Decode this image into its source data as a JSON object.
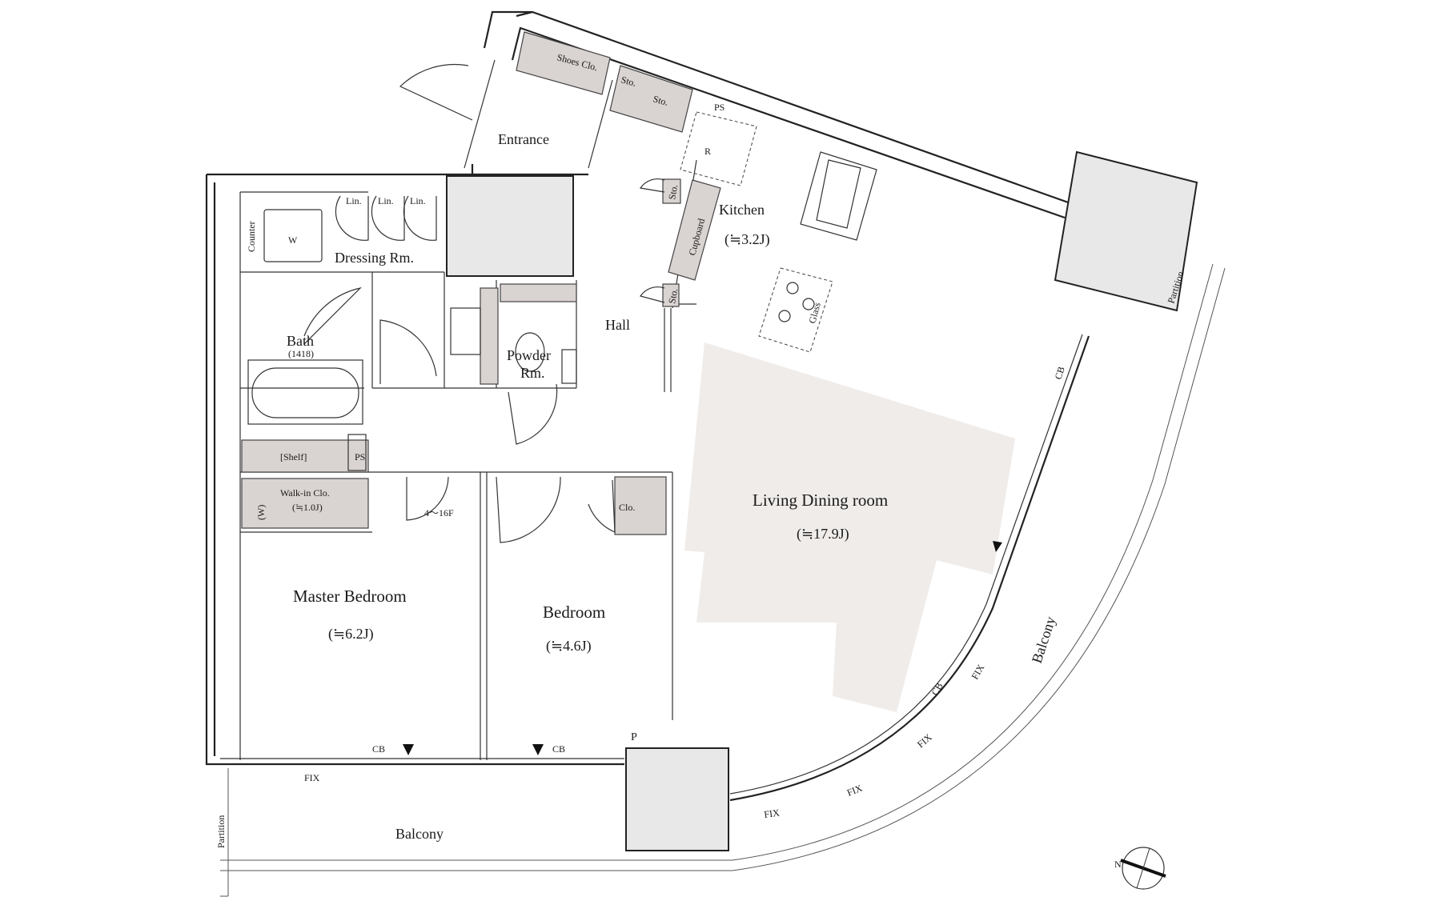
{
  "rooms": {
    "entrance": "Entrance",
    "shoes_closet": "Shoes Clo.",
    "storage": "Sto.",
    "pipe_space": "PS",
    "refrigerator": "R",
    "kitchen": "Kitchen",
    "kitchen_size": "(≒3.2J)",
    "cupboard": "Cupboard",
    "glass": "Glass",
    "linen": "Lin.",
    "counter": "Counter",
    "washer": "W",
    "dressing_room": "Dressing Rm.",
    "bath": "Bath",
    "bath_size": "(1418)",
    "powder_room_1": "Powder",
    "powder_room_2": "Rm.",
    "hall": "Hall",
    "shelf": "[Shelf]",
    "walkin_closet": "Walk-in Clo.",
    "walkin_size": "(≒1.0J)",
    "walkin_w": "(W)",
    "floor_note": "4〜16F",
    "closet": "Clo.",
    "living_dining": "Living Dining room",
    "living_dining_size": "(≒17.9J)",
    "master_bedroom": "Master Bedroom",
    "master_bedroom_size": "(≒6.2J)",
    "bedroom": "Bedroom",
    "bedroom_size": "(≒4.6J)",
    "pillar_space": "P",
    "balcony": "Balcony",
    "partition": "Partition",
    "cb": "CB",
    "fix": "FIX"
  },
  "compass": {
    "north": "N"
  }
}
